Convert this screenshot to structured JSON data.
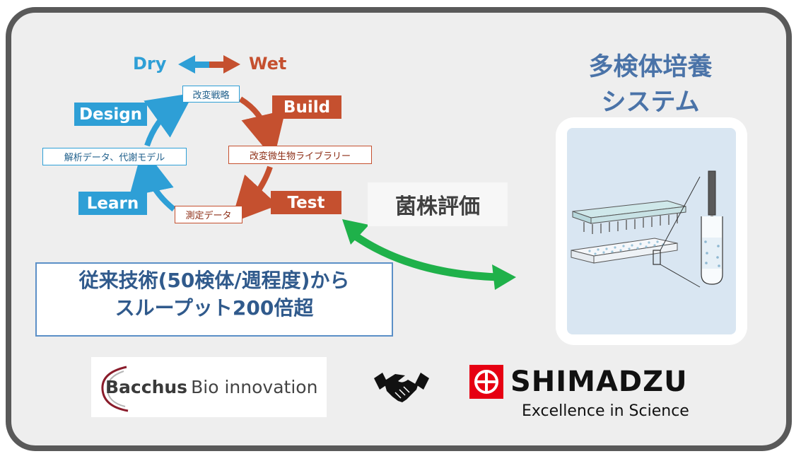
{
  "cycle": {
    "dry_label": "Dry",
    "wet_label": "Wet",
    "design_label": "Design",
    "learn_label": "Learn",
    "build_label": "Build",
    "test_label": "Test",
    "strategy_box": "改変戦略",
    "analysis_box": "解析データ、代謝モデル",
    "library_box": "改変微生物ライブラリー",
    "measure_box": "測定データ"
  },
  "evaluation_label": "菌株評価",
  "system": {
    "title_line1": "多検体培養",
    "title_line2": "システム"
  },
  "claim": {
    "line1": "従来技術(50検体/週程度)から",
    "line2": "スループット200倍超"
  },
  "logos": {
    "bacchus_bold": "Bacchus",
    "bacchus_rest": "Bio innovation",
    "shimadzu_name": "SHIMADZU",
    "shimadzu_tagline": "Excellence in Science"
  },
  "colors": {
    "dry_blue": "#2e9fd6",
    "wet_red": "#c5502f",
    "arrow_green": "#1fb14a",
    "frame_gray": "#595959",
    "shimadzu_red": "#e60012",
    "bacchus_maroon": "#8a1c2b"
  },
  "icons": {
    "handshake": "handshake-icon",
    "shimadzu_mark": "shimadzu-logo-icon",
    "bacchus_mark": "bacchus-logo-icon"
  }
}
